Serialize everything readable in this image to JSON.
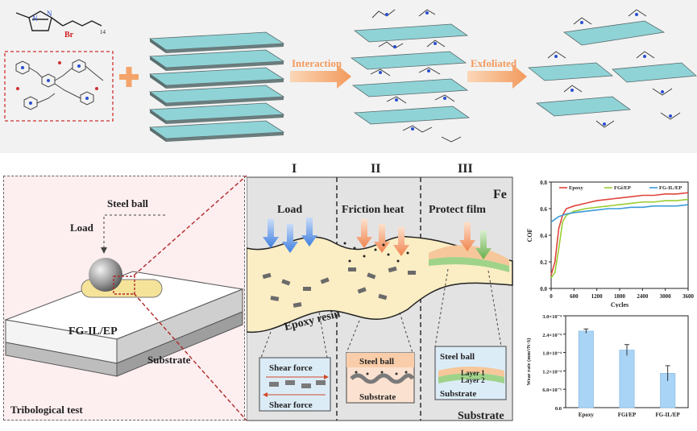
{
  "top_panel": {
    "arrow1_label": "Interaction",
    "arrow2_label": "Exfoliated",
    "molecule_atom": "Br",
    "molecule_subscript": "14"
  },
  "tribo_panel": {
    "steel_ball_label": "Steel ball",
    "load_label": "Load",
    "coating_label": "FG-IL/EP",
    "substrate_label": "Substrate",
    "caption": "Tribological test"
  },
  "mechanism_panel": {
    "stages": [
      {
        "numeral": "I",
        "heading": "Load"
      },
      {
        "numeral": "II",
        "heading": "Friction heat"
      },
      {
        "numeral": "III",
        "heading": "Protect film"
      }
    ],
    "fe_label": "Fe",
    "resin_label": "Epoxy resin",
    "substrate_label": "Substrate",
    "inset1": {
      "top": "Shear force",
      "bottom": "Shear force"
    },
    "inset2": {
      "top": "Steel ball",
      "bottom": "Substrate"
    },
    "inset3": {
      "top": "Steel ball",
      "layer1": "Layer 1",
      "layer2": "Layer 2",
      "bottom": "Substrate"
    }
  },
  "colors": {
    "arrow_orange": "#f4a46a",
    "blue_arrow": "#3f7fe0",
    "orange_arrow": "#f0844e",
    "green_arrow": "#6ab04c",
    "resin_fill": "#fbedc4",
    "pink_bg": "#fdeef0",
    "gray_bg": "#e3e3e3",
    "epoxy_red": "#e0443c",
    "fgi_green": "#9acd32",
    "fgil_blue": "#3a9ad9",
    "bar_blue": "#a9d4f5"
  },
  "chart_data": [
    {
      "type": "line",
      "xlabel": "Cycles",
      "ylabel": "COF",
      "xlim": [
        0,
        3600
      ],
      "ylim": [
        0.0,
        0.8
      ],
      "xticks": [
        "0",
        "600",
        "1200",
        "1800",
        "2400",
        "3000",
        "3600"
      ],
      "yticks": [
        "0.0",
        "0.2",
        "0.4",
        "0.6",
        "0.8"
      ],
      "legend_position": "top",
      "x": [
        0,
        100,
        200,
        300,
        400,
        600,
        900,
        1200,
        1500,
        1800,
        2100,
        2400,
        2700,
        3000,
        3300,
        3600
      ],
      "series": [
        {
          "name": "Epoxy",
          "color": "#e0443c",
          "values": [
            0.1,
            0.2,
            0.45,
            0.55,
            0.6,
            0.62,
            0.64,
            0.66,
            0.67,
            0.68,
            0.69,
            0.7,
            0.7,
            0.71,
            0.71,
            0.72
          ]
        },
        {
          "name": "FGi/EP",
          "color": "#9acd32",
          "values": [
            0.08,
            0.12,
            0.3,
            0.5,
            0.55,
            0.58,
            0.6,
            0.61,
            0.62,
            0.63,
            0.64,
            0.65,
            0.65,
            0.66,
            0.66,
            0.67
          ]
        },
        {
          "name": "FG-IL/EP",
          "color": "#3a9ad9",
          "values": [
            0.5,
            0.52,
            0.54,
            0.55,
            0.56,
            0.57,
            0.58,
            0.59,
            0.6,
            0.6,
            0.61,
            0.61,
            0.62,
            0.62,
            0.62,
            0.63
          ]
        }
      ]
    },
    {
      "type": "bar",
      "ylabel": "Wear rate (mm³/N·S)",
      "categories": [
        "Epoxy",
        "FGi/EP",
        "FG-IL/EP"
      ],
      "values": [
        0.00025,
        0.000188,
        0.000112
      ],
      "errors": [
        7e-06,
        1.8e-05,
        2.5e-05
      ],
      "ylim": [
        0,
        0.0003
      ],
      "yticks": [
        "0.0",
        "6.0×10⁻⁵",
        "1.2×10⁻⁴",
        "1.8×10⁻⁴",
        "2.4×10⁻⁴",
        "3.0×10⁻⁴"
      ]
    }
  ]
}
